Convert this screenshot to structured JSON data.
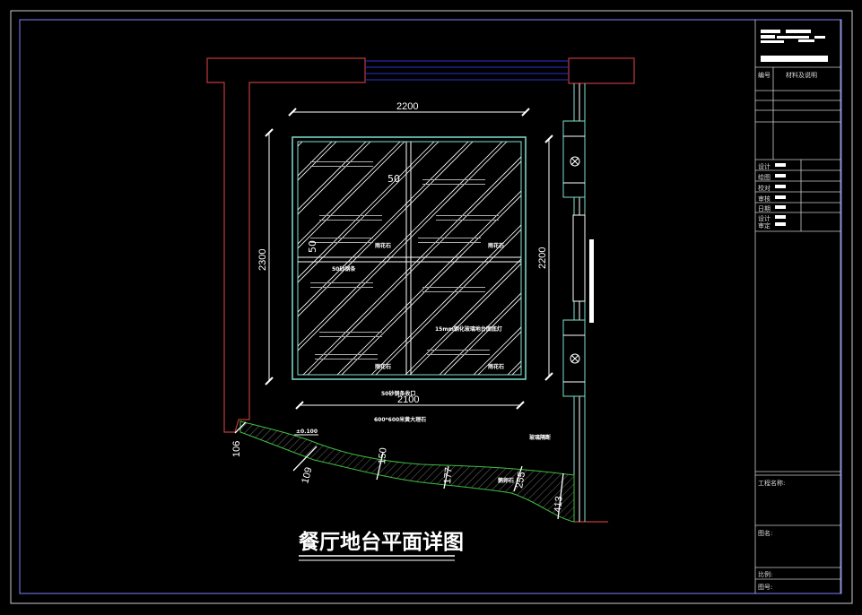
{
  "drawing": {
    "title": "餐厅地台平面详图",
    "dimensions": {
      "top_width": "2200",
      "left_height": "2300",
      "right_height": "2200",
      "bottom_width": "2100",
      "gap": "50",
      "gap_side": "50",
      "d1": "106",
      "d2": "109",
      "d3": "150",
      "d4": "177",
      "d5": "255",
      "d6": "413"
    },
    "labels": {
      "steel_strip": "50砂钢条",
      "glass": "15mm钢化玻璃地台面底灯",
      "pebble_1": "雨花石",
      "pebble_2": "雨花石",
      "pebble_3": "雨花石",
      "pebble_4": "雨花石",
      "strip_edge": "50砂钢条收口",
      "marble": "600*600米黄大理石",
      "elevation": "±0.100",
      "pebble_band": "鹅卵石",
      "right_note": "玻璃隔断"
    }
  },
  "title_block": {
    "col_number": "编号",
    "col_material": "材料及说明",
    "roles": [
      "设计",
      "绘图",
      "校对",
      "审核",
      "日期",
      "设计",
      "审定"
    ],
    "project_name": "工程名称:",
    "drawing_name": "图名:",
    "scale": "比例:",
    "drawing_number": "图号:"
  },
  "colors": {
    "wall": "#c0393b",
    "glass_frame": "#7fe0d0",
    "band": "#3fbf3f",
    "window": "#3030d0",
    "border": "#8080ff"
  }
}
